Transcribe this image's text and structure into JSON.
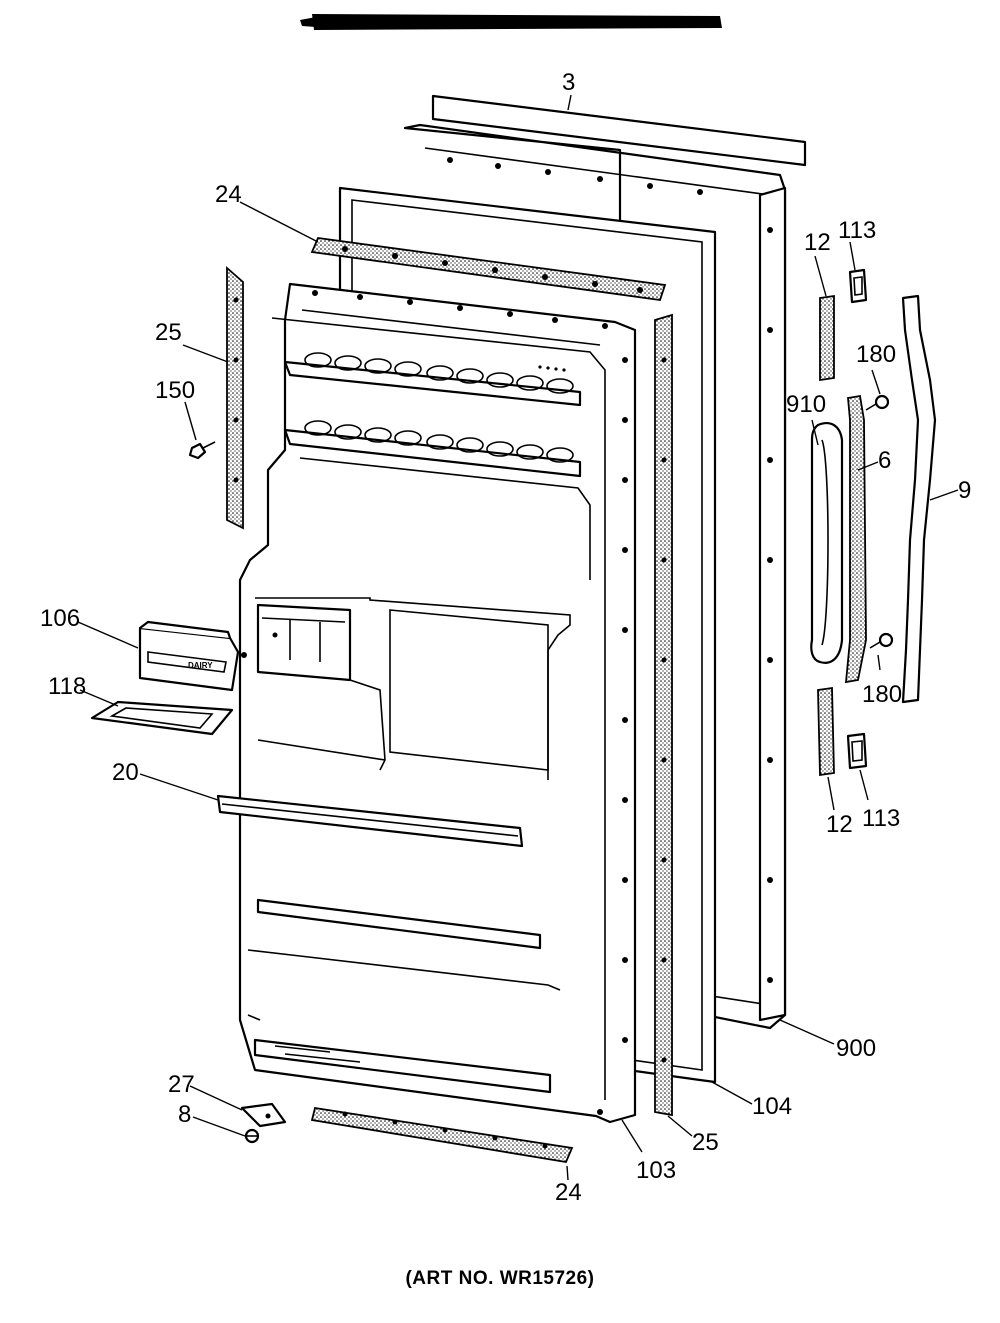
{
  "callouts": {
    "c3": "3",
    "c24_top": "24",
    "c25_left": "25",
    "c150": "150",
    "c106": "106",
    "c118": "118",
    "c20": "20",
    "c27": "27",
    "c8": "8",
    "c24_bottom": "24",
    "c103": "103",
    "c25_bottom": "25",
    "c104": "104",
    "c900": "900",
    "c12_top": "12",
    "c113_top": "113",
    "c180_top": "180",
    "c910": "910",
    "c6": "6",
    "c9": "9",
    "c180_bottom": "180",
    "c12_bottom": "12",
    "c113_bottom": "113"
  },
  "dairy_label": "DAIRY",
  "caption": "(ART NO. WR15726)",
  "colors": {
    "ink": "#000000",
    "paper": "#ffffff"
  }
}
